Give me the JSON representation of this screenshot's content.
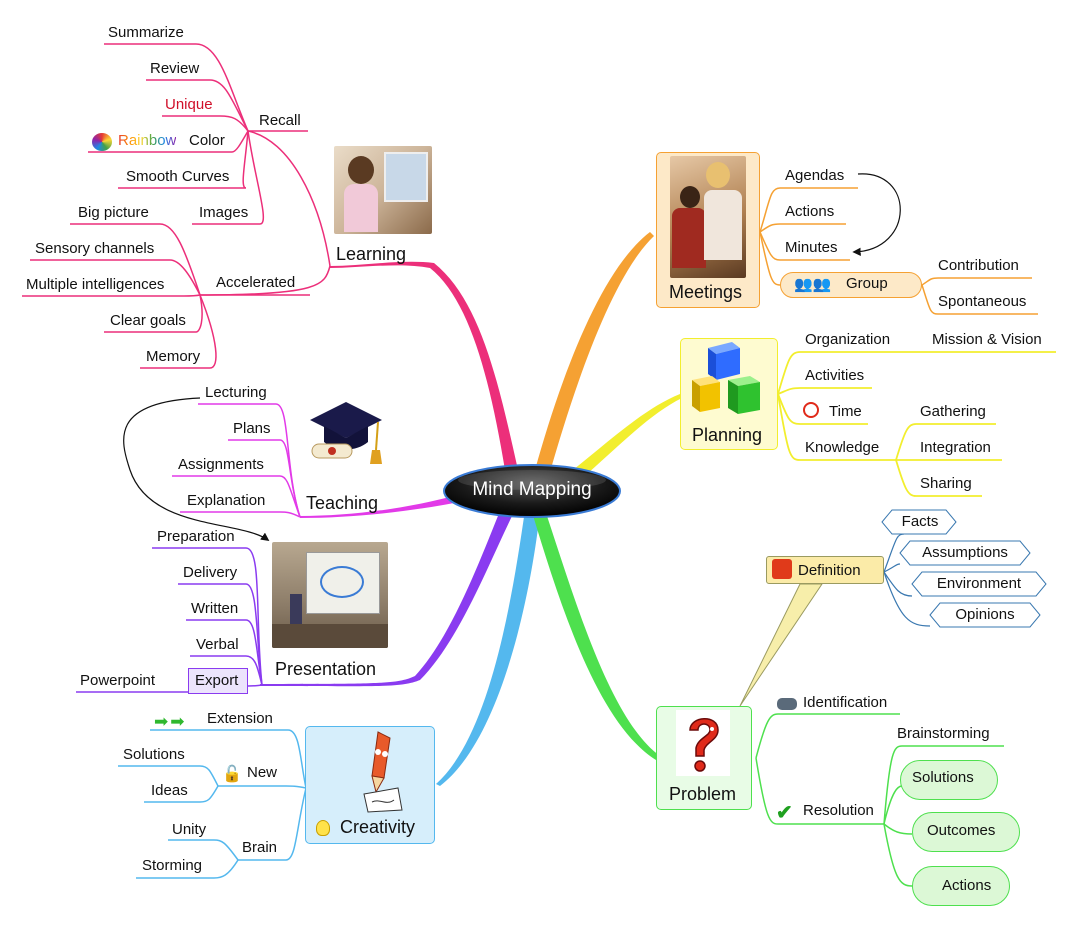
{
  "center": {
    "label": "Mind Mapping"
  },
  "learning": {
    "label": "Learning",
    "recall": {
      "label": "Recall",
      "items": [
        "Summarize",
        "Review",
        "Unique",
        "Color",
        "Smooth Curves",
        "Images"
      ],
      "rainbow_word": "Rainbow"
    },
    "accelerated": {
      "label": "Accelerated",
      "items": [
        "Big picture",
        "Sensory channels",
        "Multiple intelligences",
        "Clear goals",
        "Memory"
      ]
    }
  },
  "teaching": {
    "label": "Teaching",
    "items": [
      "Lecturing",
      "Plans",
      "Assignments",
      "Explanation"
    ]
  },
  "presentation": {
    "label": "Presentation",
    "items": [
      "Preparation",
      "Delivery",
      "Written",
      "Verbal",
      "Export"
    ],
    "export_child": "Powerpoint"
  },
  "creativity": {
    "label": "Creativity",
    "extension": "Extension",
    "new": {
      "label": "New",
      "items": [
        "Solutions",
        "Ideas"
      ]
    },
    "brain": {
      "label": "Brain",
      "items": [
        "Unity",
        "Storming"
      ]
    }
  },
  "meetings": {
    "label": "Meetings",
    "items": [
      "Agendas",
      "Actions",
      "Minutes"
    ],
    "group": {
      "label": "Group",
      "items": [
        "Contribution",
        "Spontaneous"
      ]
    }
  },
  "planning": {
    "label": "Planning",
    "organization": {
      "label": "Organization",
      "child": "Mission & Vision"
    },
    "activities": "Activities",
    "time": "Time",
    "knowledge": {
      "label": "Knowledge",
      "items": [
        "Gathering",
        "Integration",
        "Sharing"
      ]
    }
  },
  "problem": {
    "label": "Problem",
    "definition": {
      "label": "Definition",
      "items": [
        "Facts",
        "Assumptions",
        "Environment",
        "Opinions"
      ]
    },
    "identification": "Identification",
    "resolution": {
      "label": "Resolution",
      "brainstorming": "Brainstorming",
      "items": [
        "Solutions",
        "Outcomes",
        "Actions"
      ]
    }
  },
  "colors": {
    "learning": "#ec2f7a",
    "teaching": "#e23ae8",
    "presentation": "#8a3bf0",
    "creativity": "#54b8ee",
    "meetings": "#f5a133",
    "planning": "#f2ee2e",
    "problem": "#4ee04e"
  }
}
